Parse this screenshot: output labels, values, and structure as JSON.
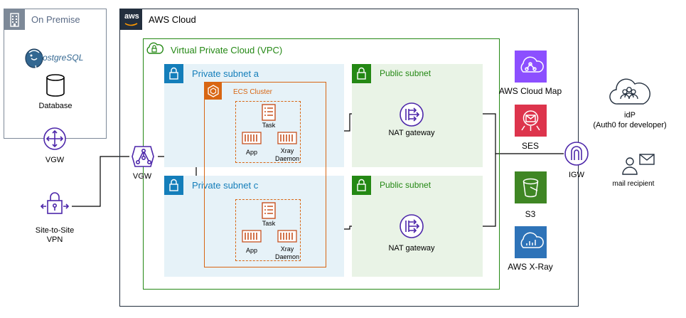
{
  "on_premise": {
    "title": "On Premise",
    "database_label": "Database",
    "postgres_logo_text": "PostgreSQL"
  },
  "aws_cloud": {
    "title": "AWS Cloud",
    "aws_badge": "aws"
  },
  "vpc": {
    "title": "Virtual Private Cloud (VPC)"
  },
  "subnets": {
    "private_a": "Private subnet a",
    "private_c": "Private subnet c",
    "public_a": "Public subnet",
    "public_c": "Public subnet"
  },
  "ecs": {
    "title": "ECS Cluster",
    "tasks": [
      {
        "task": "Task",
        "app": "App",
        "xray": "Xray",
        "daemon": "Daemon"
      },
      {
        "task": "Task",
        "app": "App",
        "xray": "Xray",
        "daemon": "Daemon"
      }
    ]
  },
  "nat": [
    "NAT gateway",
    "NAT gateway"
  ],
  "vgw_left": "VGW",
  "vgw_vpc": "VGW",
  "vpn": {
    "line1": "Site-to-Site",
    "line2": "VPN"
  },
  "services": {
    "cloud_map": "AWS Cloud Map",
    "ses": "SES",
    "s3": "S3",
    "xray": "AWS X-Ray",
    "igw": "IGW"
  },
  "external": {
    "idp_line1": "idP",
    "idp_line2": "(Auth0 for developer)",
    "mail_recipient": "mail recipient"
  },
  "colors": {
    "onprem_border": "#7d8998",
    "onprem_title": "#5a6b86",
    "aws_border": "#232f3e",
    "vpc_green": "#248814",
    "private_bg": "#e6f2f8",
    "private_title": "#147eba",
    "public_bg": "#e9f3e6",
    "public_title": "#248814",
    "ecs_orange": "#d86613",
    "task_red": "#c7511f",
    "vgw_purple": "#4d27aa",
    "service_purple": "#8c4fff",
    "ses_red": "#dd344c",
    "s3_green": "#3f8624",
    "xray_blue": "#2e73b8"
  }
}
